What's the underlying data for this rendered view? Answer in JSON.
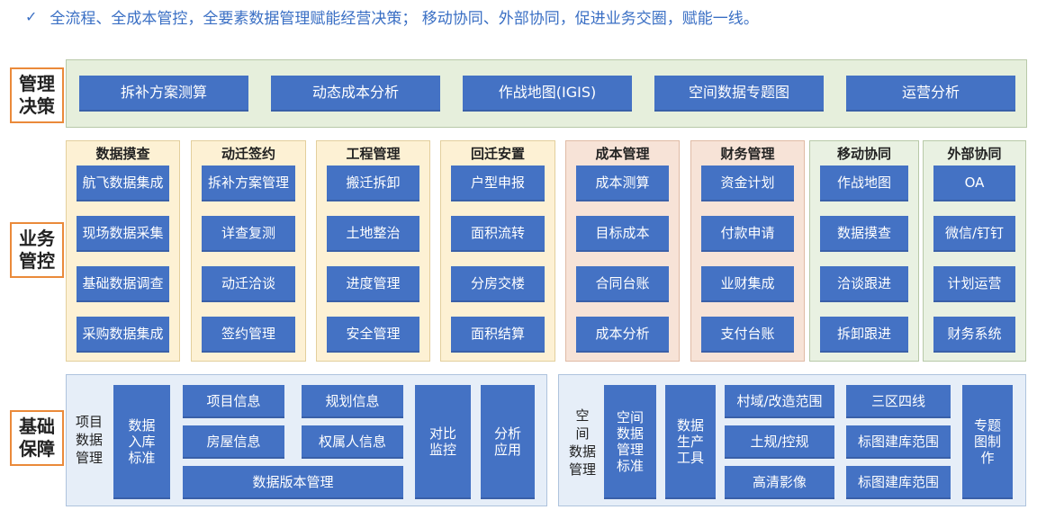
{
  "header": {
    "check": "✓",
    "text": "全流程、全成本管控，全要素数据管理赋能经营决策；  移动协同、外部协同，促进业务交圈，赋能一线。"
  },
  "layers": {
    "decision": "管理\n决策",
    "business": "业务\n管控",
    "foundation": "基础\n保障"
  },
  "decision_items": [
    "拆补方案测算",
    "动态成本分析",
    "作战地图(IGIS)",
    "空间数据专题图",
    "运营分析"
  ],
  "business_groups": [
    {
      "title": "数据摸查",
      "items": [
        "航飞数据集成",
        "现场数据采集",
        "基础数据调查",
        "采购数据集成"
      ]
    },
    {
      "title": "动迁签约",
      "items": [
        "拆补方案管理",
        "详查复测",
        "动迁洽谈",
        "签约管理"
      ]
    },
    {
      "title": "工程管理",
      "items": [
        "搬迁拆卸",
        "土地整治",
        "进度管理",
        "安全管理"
      ]
    },
    {
      "title": "回迁安置",
      "items": [
        "户型申报",
        "面积流转",
        "分房交楼",
        "面积结算"
      ]
    },
    {
      "title": "成本管理",
      "items": [
        "成本测算",
        "目标成本",
        "合同台账",
        "成本分析"
      ]
    },
    {
      "title": "财务管理",
      "items": [
        "资金计划",
        "付款申请",
        "业财集成",
        "支付台账"
      ]
    },
    {
      "title": "移动协同",
      "items": [
        "作战地图",
        "数据摸查",
        "洽谈跟进",
        "拆卸跟进"
      ]
    },
    {
      "title": "外部协同",
      "items": [
        "OA",
        "微信/钉钉",
        "计划运营",
        "财务系统"
      ]
    }
  ],
  "project_data": {
    "title": "项目\n数据\n管理",
    "standard": "数据\n入库\n标准",
    "project_info": "项目信息",
    "planning_info": "规划信息",
    "housing_info": "房屋信息",
    "owner_info": "权属人信息",
    "version_mgmt": "数据版本管理",
    "compare": "对比\n监控",
    "analysis": "分析\n应用"
  },
  "spatial_data": {
    "title": "空\n间\n数据\n管理",
    "standard": "空间\n数据\n管理\n标准",
    "tools": "数据\n生产\n工具",
    "village": "村域/改造范围",
    "land": "土规/控规",
    "imagery": "高清影像",
    "zones": "三区四线",
    "map_range_1": "标图建库范围",
    "map_range_2": "标图建库范围",
    "thematic": "专题\n图制\n作"
  }
}
